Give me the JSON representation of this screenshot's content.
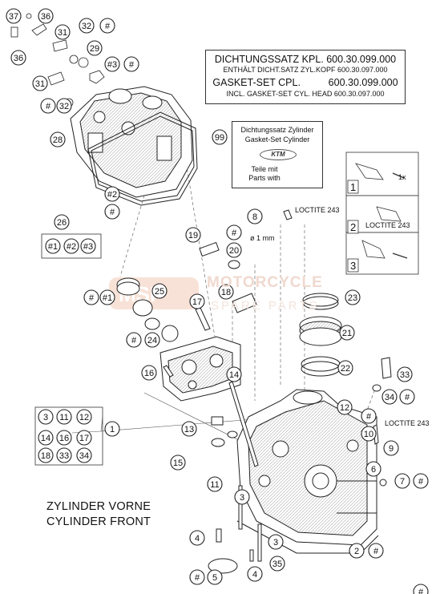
{
  "gasket_box": {
    "line1": "DICHTUNGSSATZ KPL. 600.30.099.000",
    "line2": "ENTHÄLT DICHT.SATZ ZYL.KOPF 600.30.097.000",
    "line3": "GASKET-SET CPL.          600.30.099.000",
    "line4": "INCL. GASKET-SET CYL. HEAD 600.30.097.000"
  },
  "set_box": {
    "line1": "Dichtungssatz Zylinder",
    "line2": "Gasket-Set Cylinder",
    "brand": "KTM",
    "line3": "Teile mit",
    "line4": "Parts with"
  },
  "cylinder_label": {
    "line1": "ZYLINDER VORNE",
    "line2": "CYLINDER FRONT"
  },
  "loctite": [
    "LOCTITE 243",
    "LOCTITE 243",
    "LOCTITE 243"
  ],
  "dim_label": "ø 1 mm",
  "watermark": {
    "line1": "MOTORCYCLE",
    "line2": "SPARE PARTS"
  },
  "inset_steps": [
    "1",
    "2",
    "3"
  ],
  "inset_text": "1x",
  "callouts": [
    {
      "t": "37"
    },
    {
      "t": "36"
    },
    {
      "t": "36"
    },
    {
      "t": "31"
    },
    {
      "t": "32"
    },
    {
      "t": "#"
    },
    {
      "t": "29"
    },
    {
      "t": "#3"
    },
    {
      "t": "#"
    },
    {
      "t": "31"
    },
    {
      "t": "#"
    },
    {
      "t": "32"
    },
    {
      "t": "28"
    },
    {
      "t": "#2"
    },
    {
      "t": "#"
    },
    {
      "t": "26"
    },
    {
      "t": "#1"
    },
    {
      "t": "#2"
    },
    {
      "t": "#3"
    },
    {
      "t": "99"
    },
    {
      "t": "#"
    },
    {
      "t": "8"
    },
    {
      "t": "19"
    },
    {
      "t": "#"
    },
    {
      "t": "20"
    },
    {
      "t": "#"
    },
    {
      "t": "#1"
    },
    {
      "t": "25"
    },
    {
      "t": "18"
    },
    {
      "t": "17"
    },
    {
      "t": "23"
    },
    {
      "t": "#"
    },
    {
      "t": "24"
    },
    {
      "t": "21"
    },
    {
      "t": "16"
    },
    {
      "t": "14"
    },
    {
      "t": "22"
    },
    {
      "t": "33"
    },
    {
      "t": "34"
    },
    {
      "t": "#"
    },
    {
      "t": "1"
    },
    {
      "t": "12"
    },
    {
      "t": "3"
    },
    {
      "t": "11"
    },
    {
      "t": "12"
    },
    {
      "t": "14"
    },
    {
      "t": "16"
    },
    {
      "t": "17"
    },
    {
      "t": "18"
    },
    {
      "t": "33"
    },
    {
      "t": "34"
    },
    {
      "t": "13"
    },
    {
      "t": "#"
    },
    {
      "t": "10"
    },
    {
      "t": "9"
    },
    {
      "t": "15"
    },
    {
      "t": "6"
    },
    {
      "t": "11"
    },
    {
      "t": "7"
    },
    {
      "t": "#"
    },
    {
      "t": "3"
    },
    {
      "t": "4"
    },
    {
      "t": "3"
    },
    {
      "t": "2"
    },
    {
      "t": "#"
    },
    {
      "t": "35"
    },
    {
      "t": "4"
    },
    {
      "t": "#"
    },
    {
      "t": "5"
    },
    {
      "t": "#"
    }
  ]
}
